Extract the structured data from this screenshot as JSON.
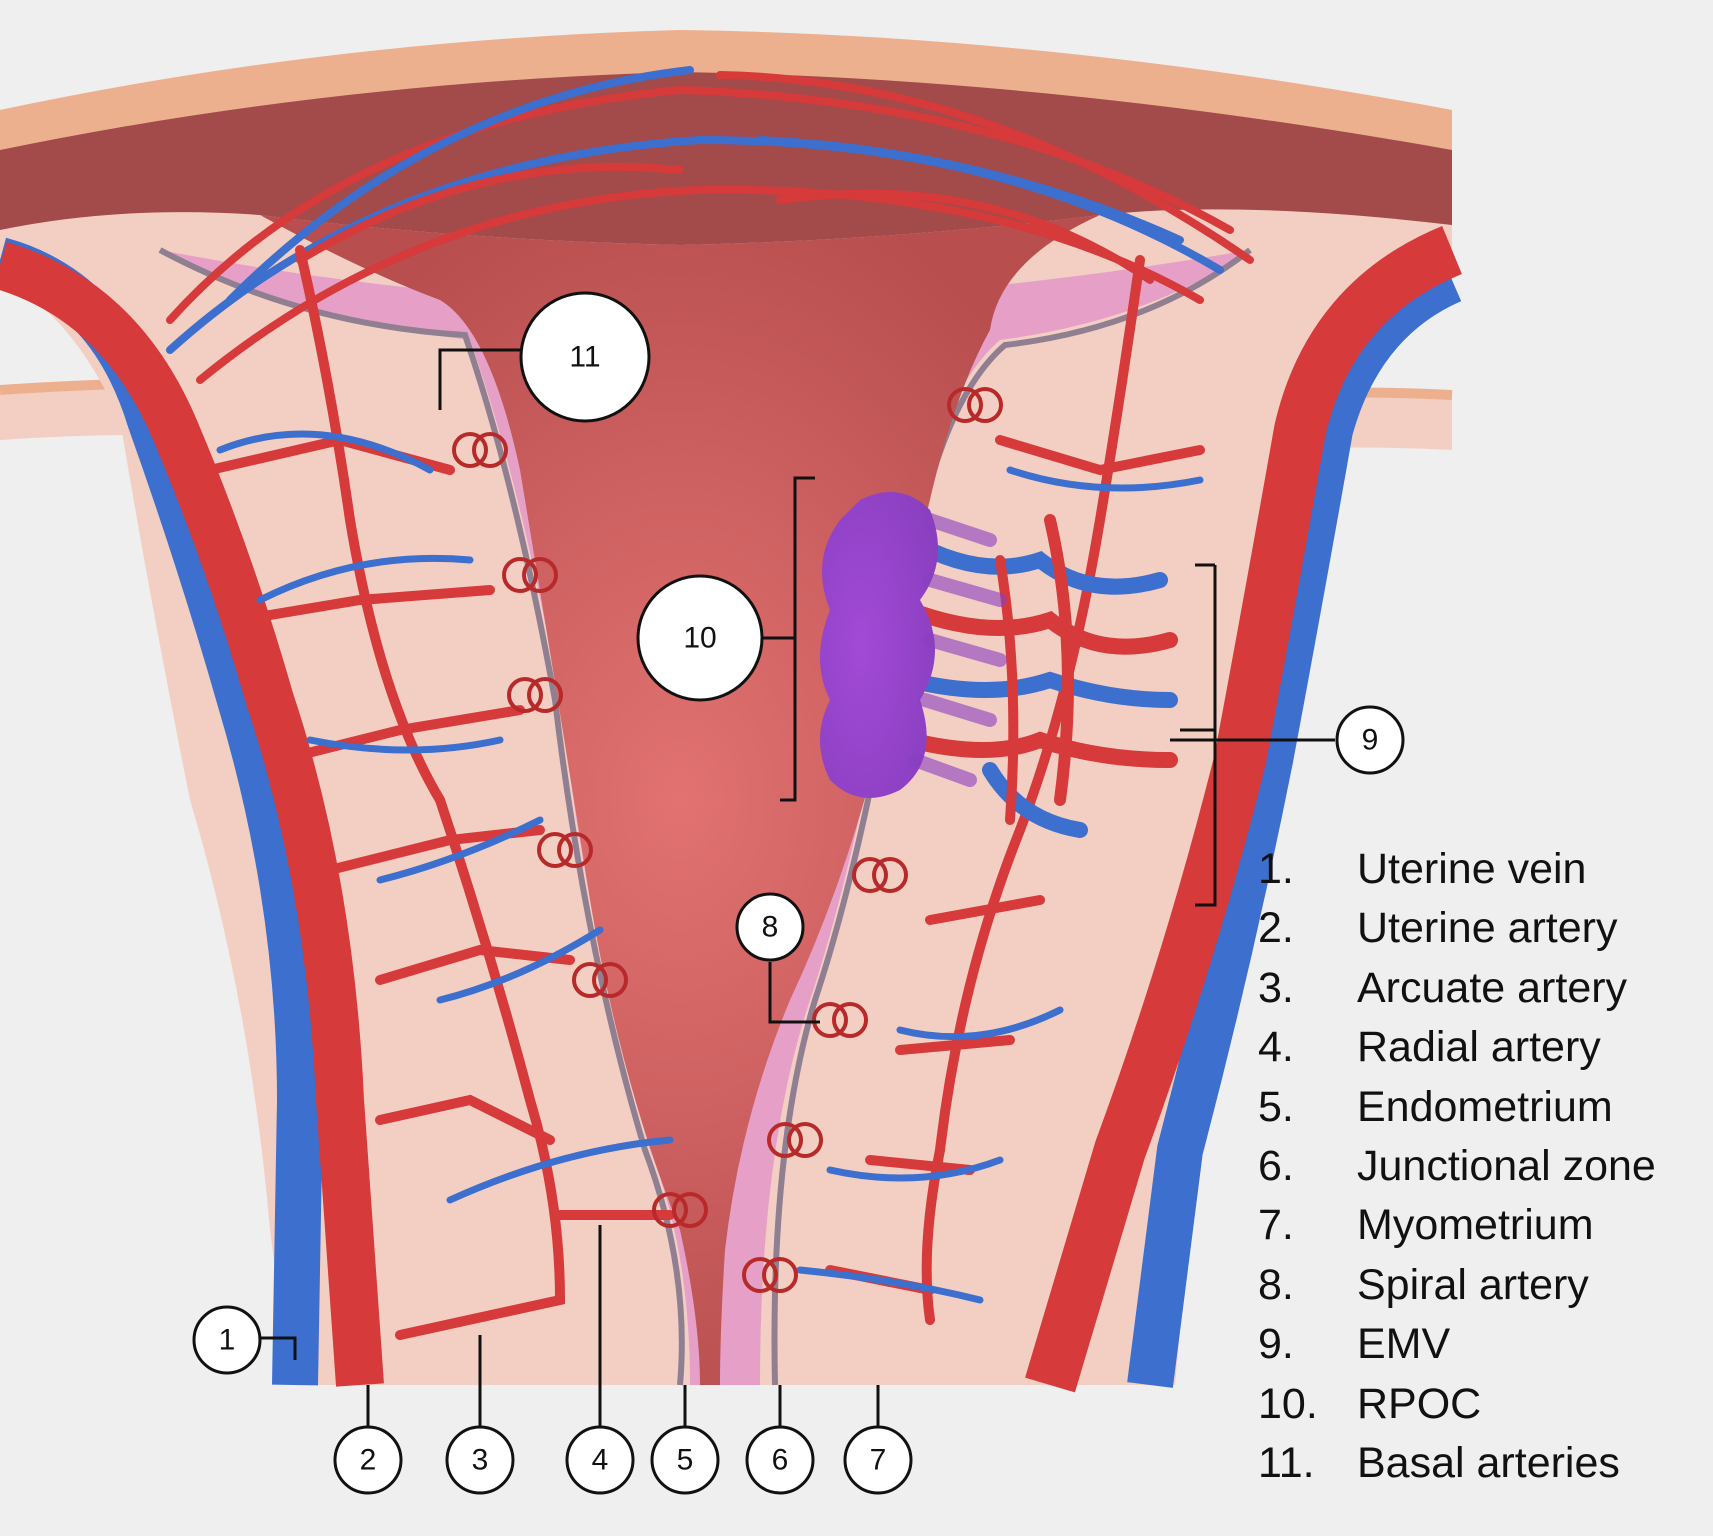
{
  "palette": {
    "background": "#efefef",
    "artery": "#d63a3a",
    "vein": "#3c6fce",
    "endometrium": "#e6a0c8",
    "myometrium": "#f3cfc3",
    "serosa": "#edb08e",
    "cavity": "#c45a5a",
    "rpoc": "#9d46cc"
  },
  "callouts": [
    {
      "id": "1",
      "label": "1"
    },
    {
      "id": "2",
      "label": "2"
    },
    {
      "id": "3",
      "label": "3"
    },
    {
      "id": "4",
      "label": "4"
    },
    {
      "id": "5",
      "label": "5"
    },
    {
      "id": "6",
      "label": "6"
    },
    {
      "id": "7",
      "label": "7"
    },
    {
      "id": "8",
      "label": "8"
    },
    {
      "id": "9",
      "label": "9"
    },
    {
      "id": "10",
      "label": "10"
    },
    {
      "id": "11",
      "label": "11"
    }
  ],
  "legend": [
    {
      "num": "1.",
      "text": "Uterine vein"
    },
    {
      "num": "2.",
      "text": "Uterine artery"
    },
    {
      "num": "3.",
      "text": "Arcuate artery"
    },
    {
      "num": "4.",
      "text": "Radial artery"
    },
    {
      "num": "5.",
      "text": "Endometrium"
    },
    {
      "num": "6.",
      "text": "Junctional zone"
    },
    {
      "num": "7.",
      "text": "Myometrium"
    },
    {
      "num": "8.",
      "text": "Spiral artery"
    },
    {
      "num": "9.",
      "text": "EMV"
    },
    {
      "num": "10.",
      "text": "RPOC"
    },
    {
      "num": "11.",
      "text": "Basal arteries"
    }
  ]
}
